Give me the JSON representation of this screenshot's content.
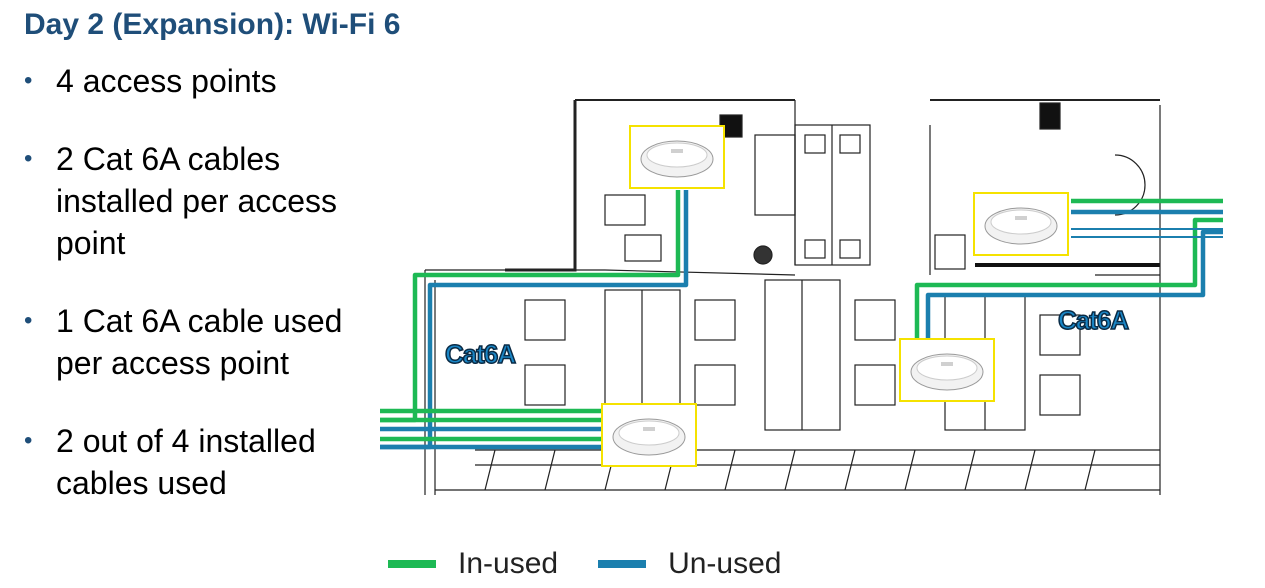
{
  "title": "Day 2 (Expansion): Wi-Fi 6",
  "bullets": [
    "4 access points",
    "2 Cat 6A cables installed per access point",
    "1 Cat 6A cable used per access point",
    "2 out of 4 installed cables used"
  ],
  "cable_labels": [
    "Cat6A",
    "Cat6A"
  ],
  "legend": [
    {
      "label": "In-used",
      "color": "#1db954"
    },
    {
      "label": "Un-used",
      "color": "#1b7fae"
    }
  ],
  "colors": {
    "title": "#1f4e79",
    "in_used": "#1db954",
    "un_used": "#1b7fae",
    "ap_border": "#f5e200"
  }
}
